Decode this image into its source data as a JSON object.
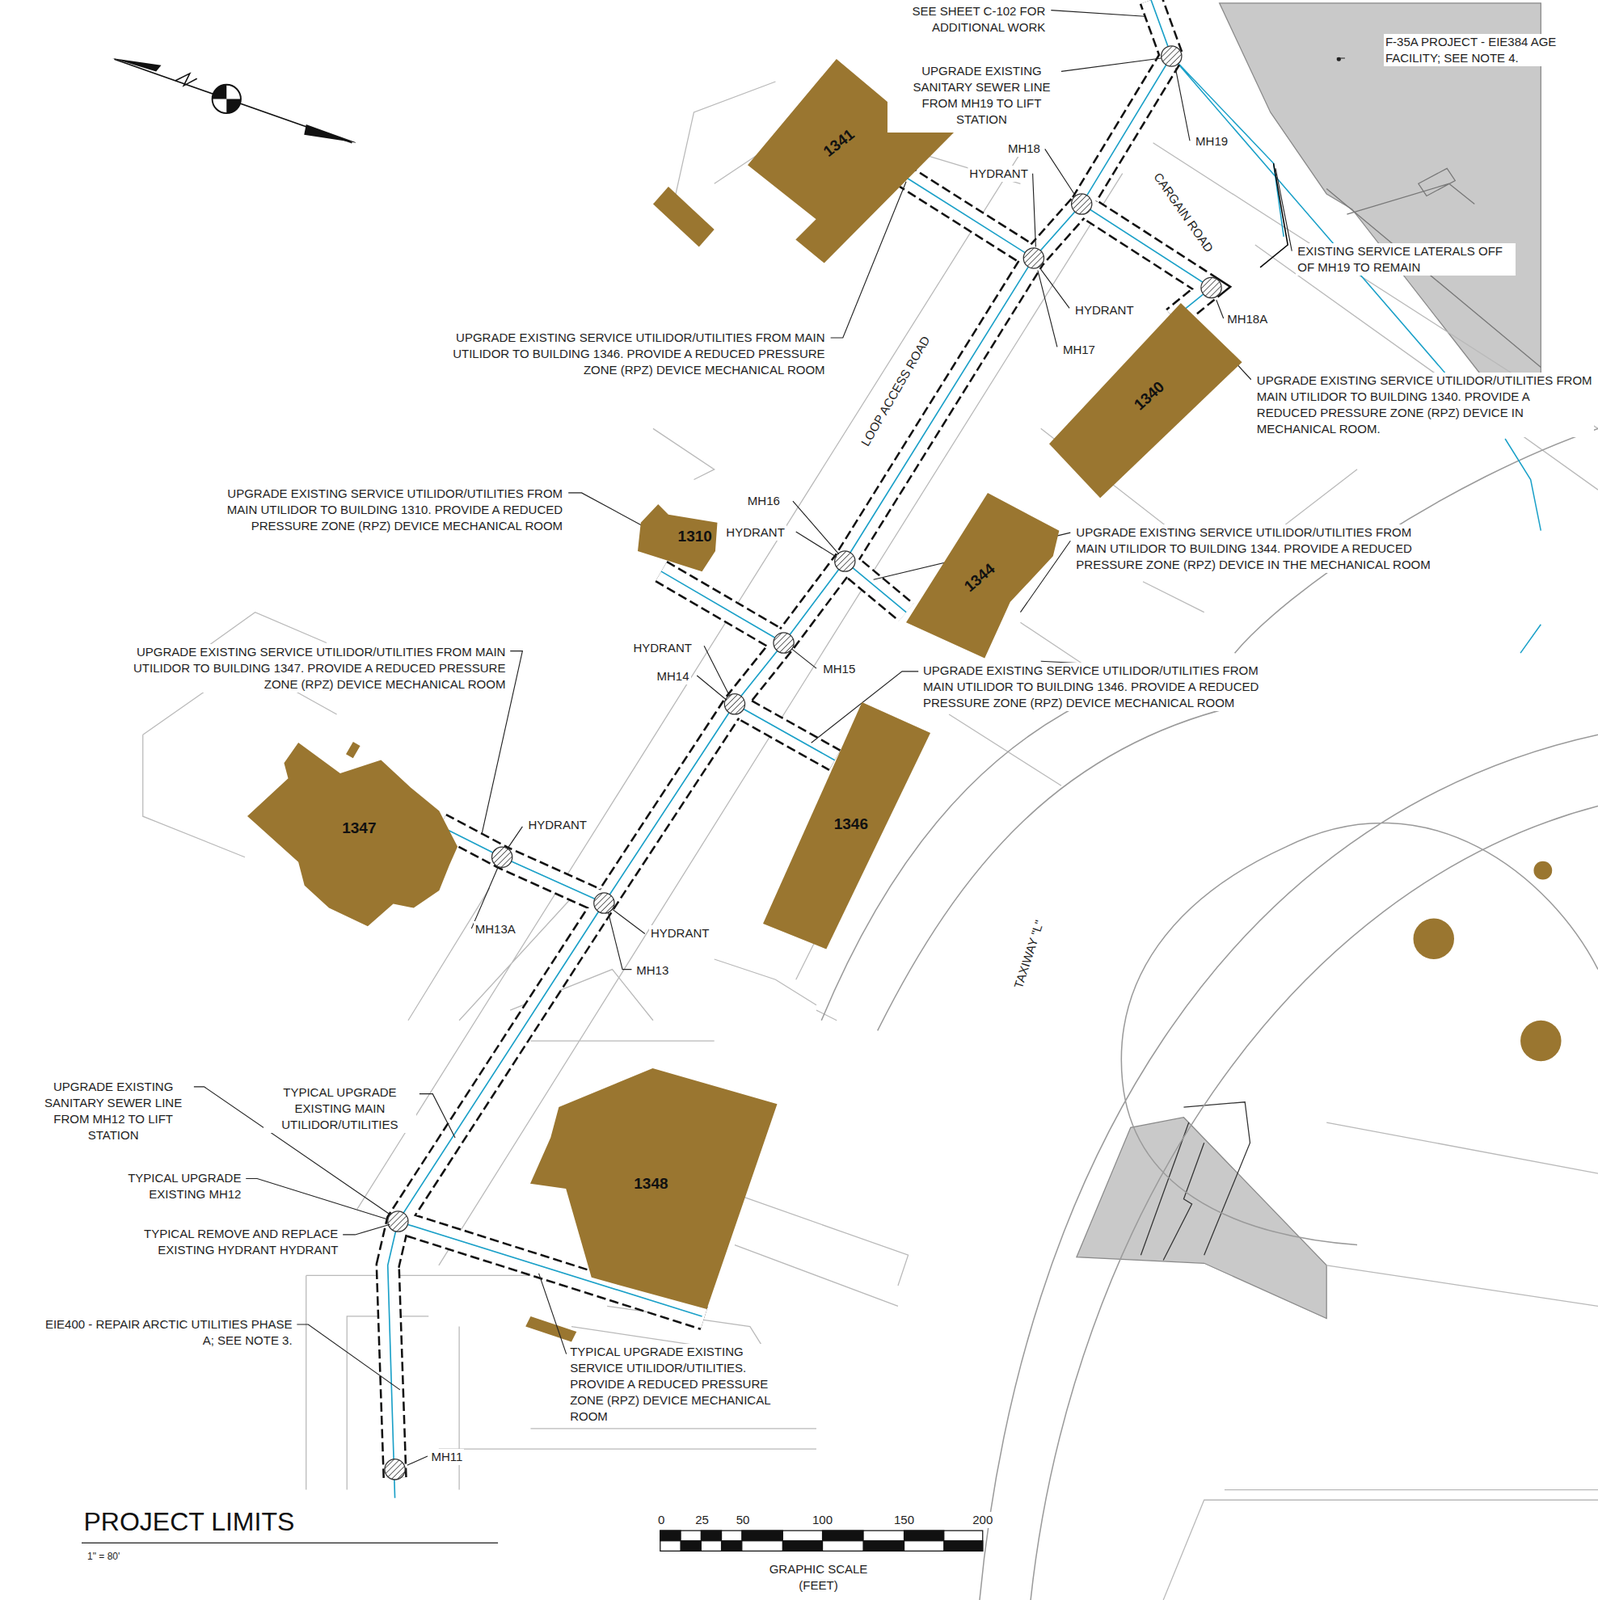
{
  "diagram": {
    "title": "PROJECT LIMITS",
    "nodes": [
      {
        "text": [
          "1341"
        ]
      },
      {
        "text": [
          "1340"
        ]
      },
      {
        "text": [
          "1310"
        ]
      },
      {
        "text": [
          "1344"
        ]
      },
      {
        "text": [
          "1346"
        ]
      },
      {
        "text": [
          "1347"
        ]
      },
      {
        "text": [
          "1348"
        ]
      }
    ],
    "labels": [
      "SEE SHEET C-102 FOR ADDITIONAL WORK",
      "F-35A PROJECT - EIE384 AGE FACILITY; SEE NOTE 4.",
      "UPGRADE EXISTING SANITARY SEWER LINE FROM MH19 TO LIFT STATION",
      "MH19",
      "MH18",
      "HYDRANT",
      "CARGAIN ROAD",
      "EXISTING SERVICE LATERALS OFF OF MH19 TO REMAIN",
      "HYDRANT",
      "MH18A",
      "MH17",
      "UPGRADE EXISTING SERVICE UTILIDOR/UTILITIES FROM MAIN UTILIDOR TO BUILDING 1346. PROVIDE A REDUCED PRESSURE ZONE (RPZ) DEVICE MECHANICAL ROOM",
      "UPGRADE EXISTING SERVICE UTILIDOR/UTILITIES FROM MAIN UTILIDOR TO BUILDING 1340. PROVIDE A REDUCED PRESSURE ZONE (RPZ) DEVICE IN MECHANICAL ROOM.",
      "LOOP ACCESS ROAD",
      "MH16",
      "UPGRADE EXISTING SERVICE UTILIDOR/UTILITIES FROM MAIN UTILIDOR TO BUILDING 1310. PROVIDE A REDUCED PRESSURE ZONE (RPZ) DEVICE MECHANICAL ROOM",
      "HYDRANT",
      "UPGRADE EXISTING SERVICE UTILIDOR/UTILITIES FROM MAIN UTILIDOR TO BUILDING 1344. PROVIDE A REDUCED PRESSURE ZONE (RPZ) DEVICE IN THE MECHANICAL ROOM",
      "HYDRANT",
      "UPGRADE EXISTING SERVICE UTILIDOR/UTILITIES FROM MAIN UTILIDOR TO BUILDING 1347. PROVIDE A REDUCED PRESSURE ZONE (RPZ) DEVICE MECHANICAL ROOM",
      "MH15",
      "UPGRADE EXISTING SERVICE UTILIDOR/UTILITIES FROM MAIN UTILIDOR TO BUILDING 1346. PROVIDE A REDUCED PRESSURE ZONE (RPZ) DEVICE MECHANICAL ROOM",
      "MH14",
      "HYDRANT",
      "MH13A",
      "HYDRANT",
      "TAXIWAY \"L\"",
      "MH13",
      "UPGRADE EXISTING SANITARY SEWER LINE FROM MH12 TO LIFT STATION",
      "TYPICAL UPGRADE EXISTING MAIN UTILIDOR/UTILITIES",
      "TYPICAL UPGRADE EXISTING MH12",
      "TYPICAL REMOVE AND REPLACE EXISTING HYDRANT HYDRANT",
      "EIE400 - REPAIR ARCTIC UTILITIES PHASE A; SEE NOTE 3.",
      "TYPICAL UPGRADE EXISTING SERVICE UTILIDOR/UTILITIES. PROVIDE A REDUCED PRESSURE ZONE (RPZ) DEVICE MECHANICAL ROOM",
      "MH11",
      "0",
      "25",
      "50",
      "100",
      "150",
      "200",
      "GRAPHIC SCALE (FEET)",
      "1\" = 80'"
    ]
  }
}
